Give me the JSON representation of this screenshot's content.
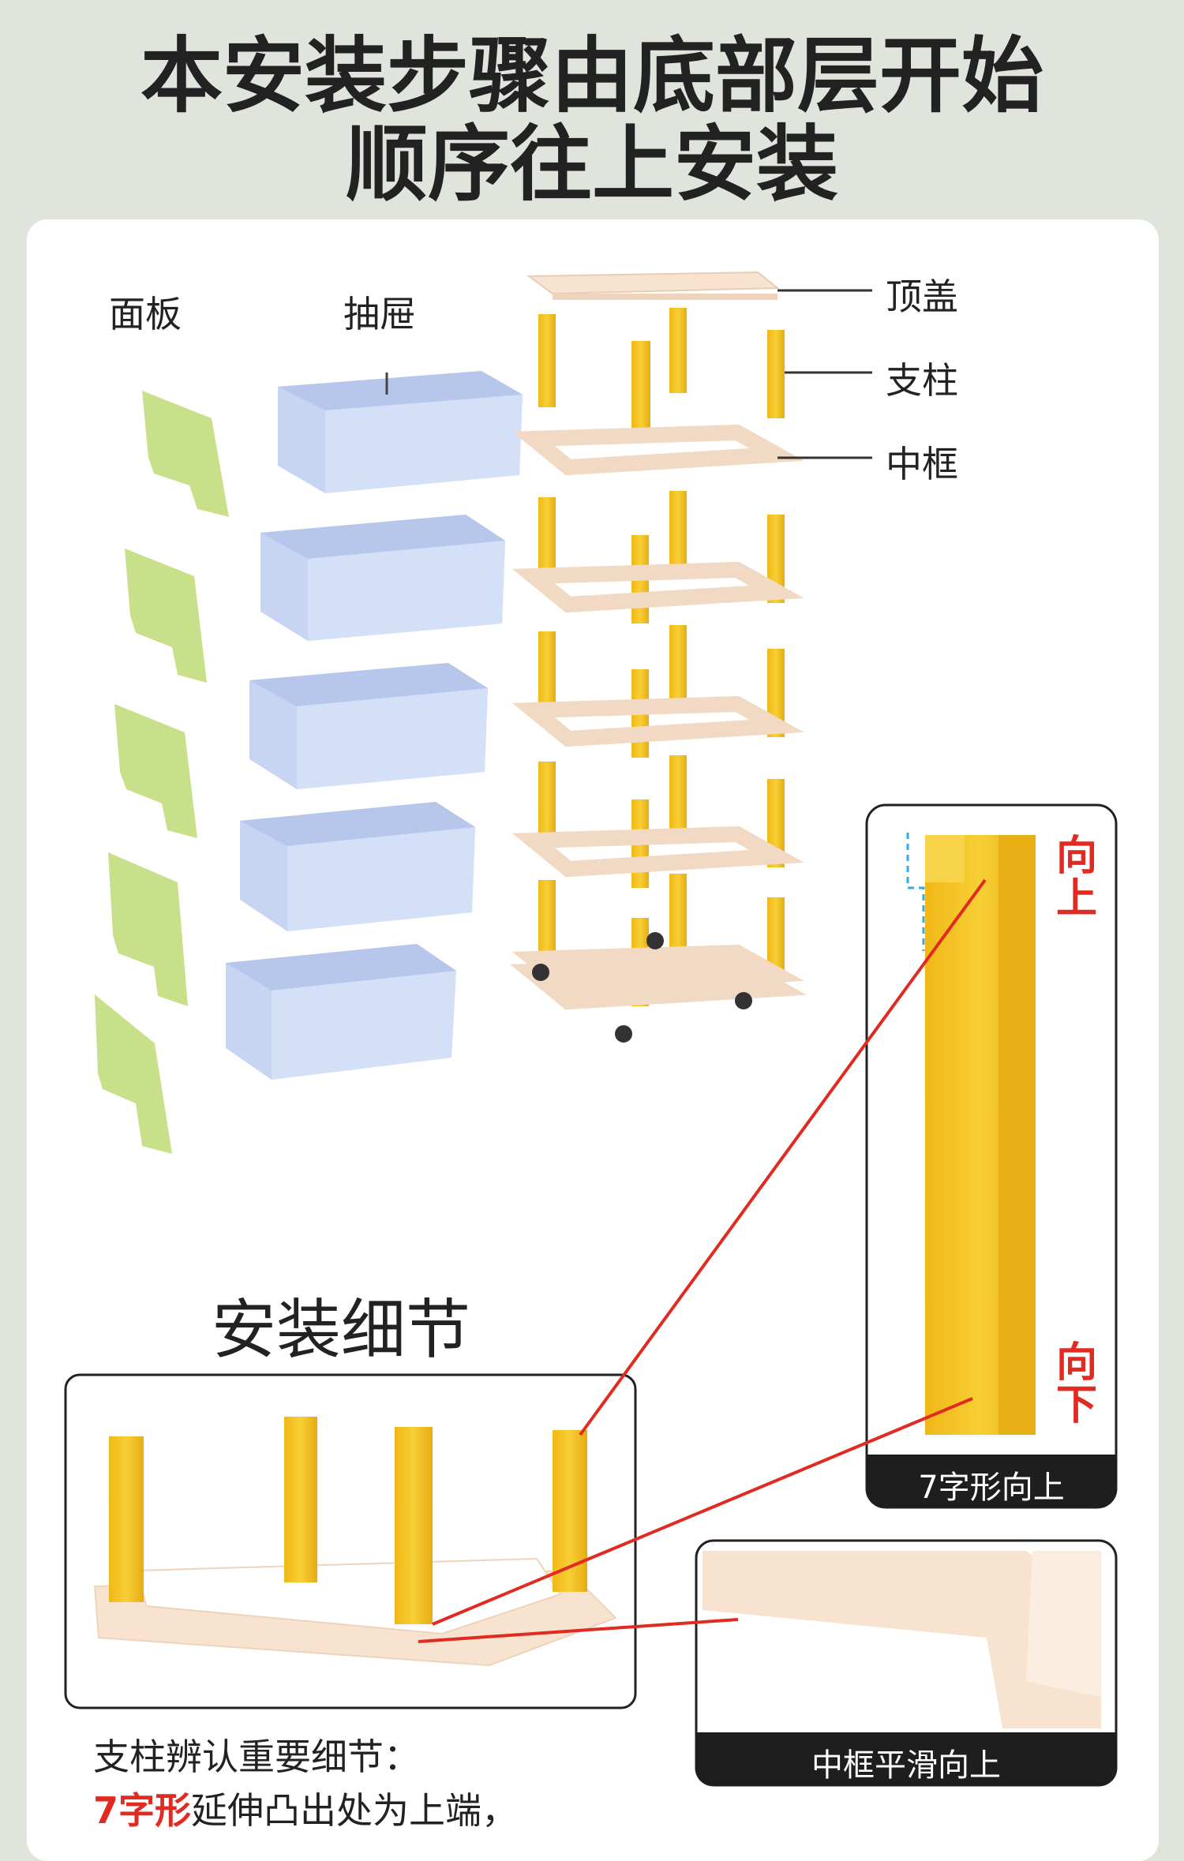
{
  "title": {
    "line1": "本安装步骤由底部层开始",
    "line2": "顺序往上安装"
  },
  "labels": {
    "panel": "面板",
    "drawer": "抽屉",
    "top_cover": "顶盖",
    "pillar": "支柱",
    "middle_frame": "中框"
  },
  "detail": {
    "title": "安装细节",
    "up": "向上",
    "down": "向下",
    "pillar_caption": "7字形向上",
    "frame_caption": "中框平滑向上"
  },
  "note": {
    "line1": "支柱辨认重要细节：",
    "highlight": "7字形",
    "line2_rest": "延伸凸出处为上端，"
  },
  "colors": {
    "panel": "#c9e08a",
    "drawer": "#c7d5f3",
    "pillar": "#f3c21f",
    "frame": "#f7e3d0",
    "accent_red": "#e02a22",
    "caption_bg": "#1e1e1e"
  }
}
